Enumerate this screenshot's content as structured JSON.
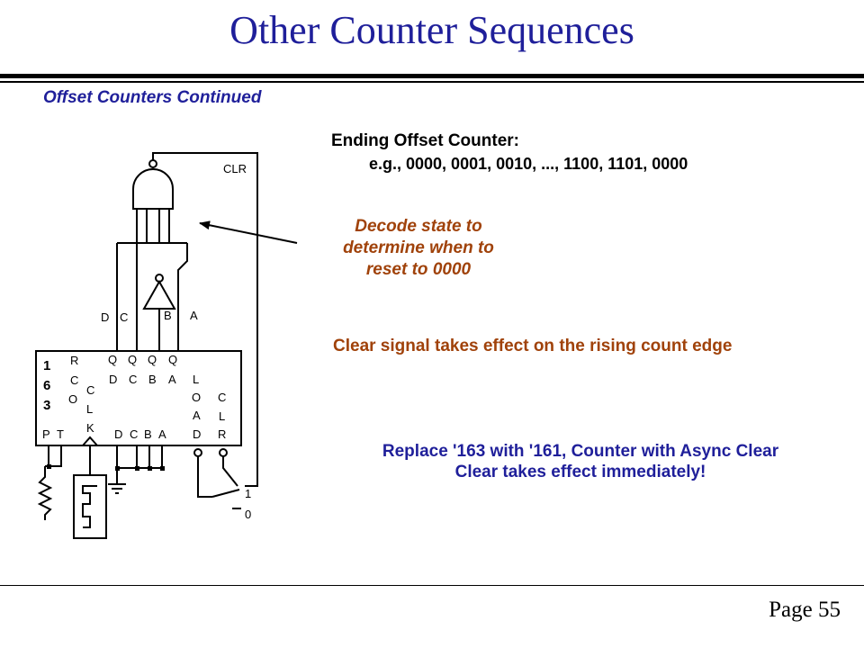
{
  "slide": {
    "title": "Other Counter Sequences",
    "subtitle": "Offset Counters Continued",
    "heading": "Ending Offset Counter:",
    "sequence": "e.g., 0000, 0001, 0010, ..., 1100, 1101, 0000",
    "decode_note": [
      "Decode state to",
      "determine when to",
      "reset to 0000"
    ],
    "clear_note": "Clear signal takes effect on the rising count edge",
    "replace_note": [
      "Replace '163 with '161, Counter with Async Clear",
      "Clear takes effect immediately!"
    ],
    "page": "Page 55"
  },
  "diagram": {
    "clr_label": "CLR",
    "input_labels": {
      "d": "D",
      "c": "C",
      "b": "B",
      "a": "A"
    },
    "chip": {
      "part_digits": [
        "1",
        "6",
        "3"
      ],
      "rco": [
        "R",
        "C",
        "O"
      ],
      "clk": [
        "C",
        "L",
        "K"
      ],
      "outputs": [
        {
          "q": "Q",
          "bit": "D"
        },
        {
          "q": "Q",
          "bit": "C"
        },
        {
          "q": "Q",
          "bit": "B"
        },
        {
          "q": "Q",
          "bit": "A"
        }
      ],
      "load": [
        "L",
        "O",
        "A",
        "D"
      ],
      "clr": [
        "C",
        "L",
        "R"
      ],
      "bottom_pins": {
        "p": "P",
        "t": "T",
        "d": "D",
        "c": "C",
        "b": "B",
        "a": "A"
      }
    },
    "switch_labels": {
      "one": "1",
      "zero": "0"
    }
  }
}
